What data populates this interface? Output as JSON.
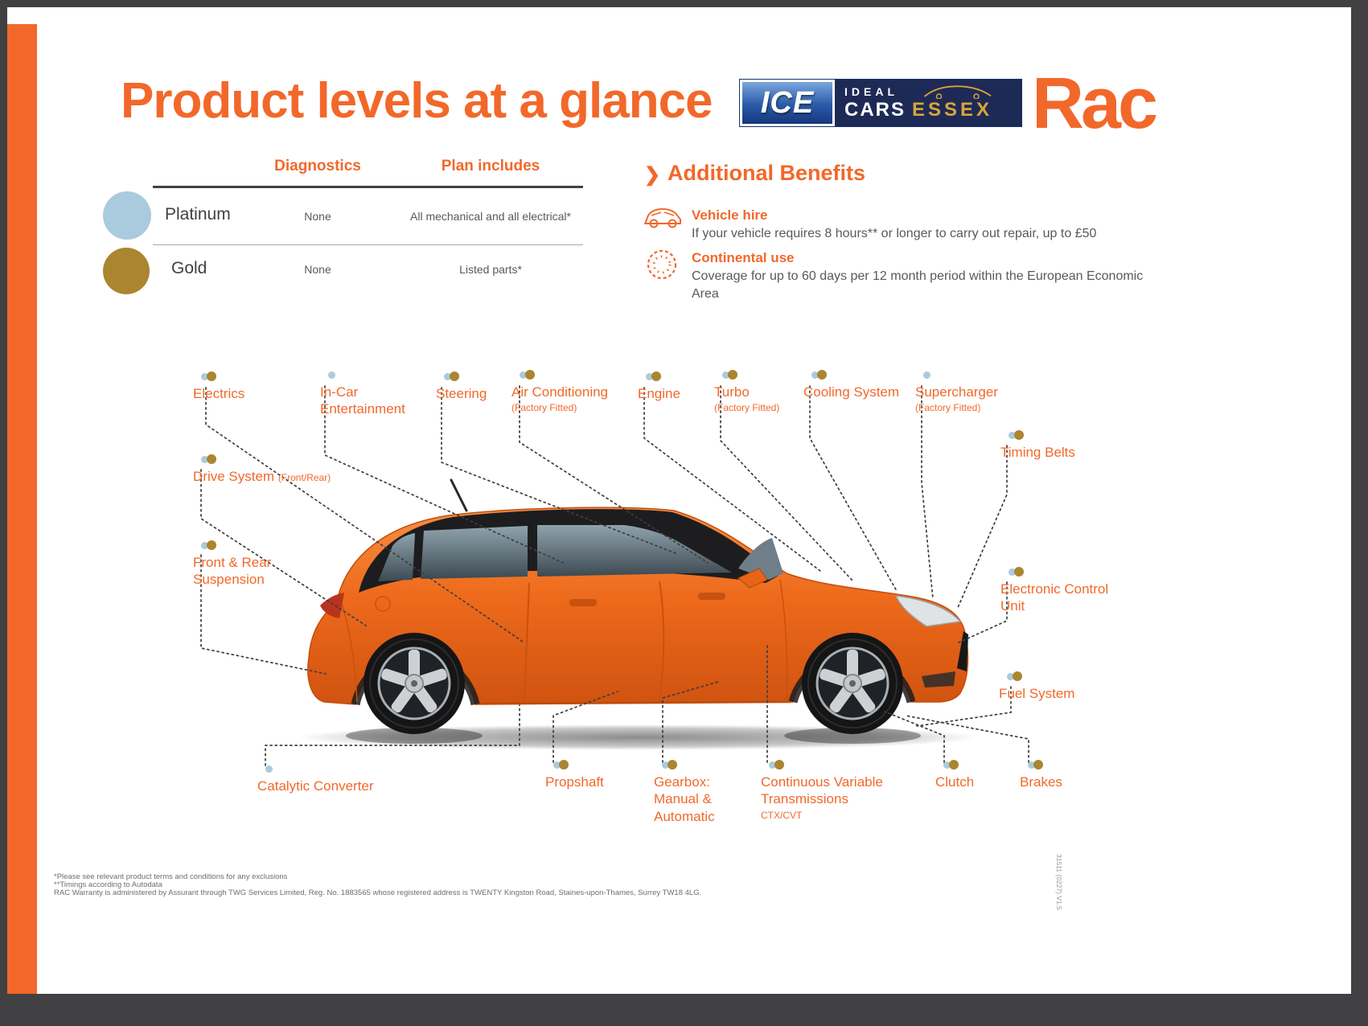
{
  "page": {
    "title": "Product levels at a glance"
  },
  "logos": {
    "ice_main": "ICE",
    "ice_line1": "IDEAL",
    "ice_line2a": "CARS",
    "ice_line2b": "ESSEX",
    "rac": "Rac"
  },
  "plans_table": {
    "headers": {
      "diagnostics": "Diagnostics",
      "plan_includes": "Plan includes"
    },
    "rows": [
      {
        "name": "Platinum",
        "diagnostics": "None",
        "plan_includes": "All mechanical and all electrical*"
      },
      {
        "name": "Gold",
        "diagnostics": "None",
        "plan_includes": "Listed parts*"
      }
    ]
  },
  "benefits": {
    "heading": "Additional Benefits",
    "items": [
      {
        "icon": "vehicle-hire-car-icon",
        "title": "Vehicle hire",
        "text": "If your vehicle requires 8 hours** or longer to carry out repair, up to £50"
      },
      {
        "icon": "eu-stars-icon",
        "title": "Continental use",
        "text": "Coverage for up to 60 days per 12 month period within the European Economic Area"
      }
    ]
  },
  "diagram": {
    "labels": [
      {
        "name": "Electrics",
        "plans": [
          "platinum",
          "gold"
        ]
      },
      {
        "name": "In-Car\nEntertainment",
        "plans": [
          "platinum"
        ]
      },
      {
        "name": "Steering",
        "plans": [
          "platinum",
          "gold"
        ]
      },
      {
        "name": "Air Conditioning",
        "sub": "(Factory Fitted)",
        "plans": [
          "platinum",
          "gold"
        ]
      },
      {
        "name": "Engine",
        "plans": [
          "platinum",
          "gold"
        ]
      },
      {
        "name": "Turbo",
        "sub": "(Factory Fitted)",
        "plans": [
          "platinum",
          "gold"
        ]
      },
      {
        "name": "Cooling System",
        "plans": [
          "platinum",
          "gold"
        ]
      },
      {
        "name": "Supercharger",
        "sub": "(Factory Fitted)",
        "plans": [
          "platinum"
        ]
      },
      {
        "name": "Timing Belts",
        "plans": [
          "platinum",
          "gold"
        ]
      },
      {
        "name": "Drive System",
        "sub": "(Front/Rear)",
        "plans": [
          "platinum",
          "gold"
        ]
      },
      {
        "name": "Front & Rear\nSuspension",
        "plans": [
          "platinum",
          "gold"
        ]
      },
      {
        "name": "Electronic Control\nUnit",
        "plans": [
          "platinum",
          "gold"
        ]
      },
      {
        "name": "Fuel System",
        "plans": [
          "platinum",
          "gold"
        ]
      },
      {
        "name": "Catalytic Converter",
        "plans": [
          "platinum"
        ]
      },
      {
        "name": "Propshaft",
        "plans": [
          "platinum",
          "gold"
        ]
      },
      {
        "name": "Gearbox:\nManual &\nAutomatic",
        "plans": [
          "platinum",
          "gold"
        ]
      },
      {
        "name": "Continuous Variable\nTransmissions",
        "sub": "CTX/CVT",
        "plans": [
          "platinum",
          "gold"
        ]
      },
      {
        "name": "Clutch",
        "plans": [
          "platinum",
          "gold"
        ]
      },
      {
        "name": "Brakes",
        "plans": [
          "platinum",
          "gold"
        ]
      }
    ]
  },
  "footer": {
    "note1": "*Please see relevant product terms and conditions for any exclusions",
    "note2": "**Timings according to Autodata",
    "note3": "RAC Warranty is administered by Assurant through TWG Services Limited, Reg. No. 1883565  whose registered address is TWENTY Kingston Road, Staines-upon-Thames, Surrey TW18 4LG.",
    "side_code": "31511 (0227) V1.5"
  },
  "colors": {
    "accent": "#f2682a",
    "platinum": "#a9cbdd",
    "gold": "#ab852f",
    "frame": "#414042",
    "text": "#58595b"
  }
}
